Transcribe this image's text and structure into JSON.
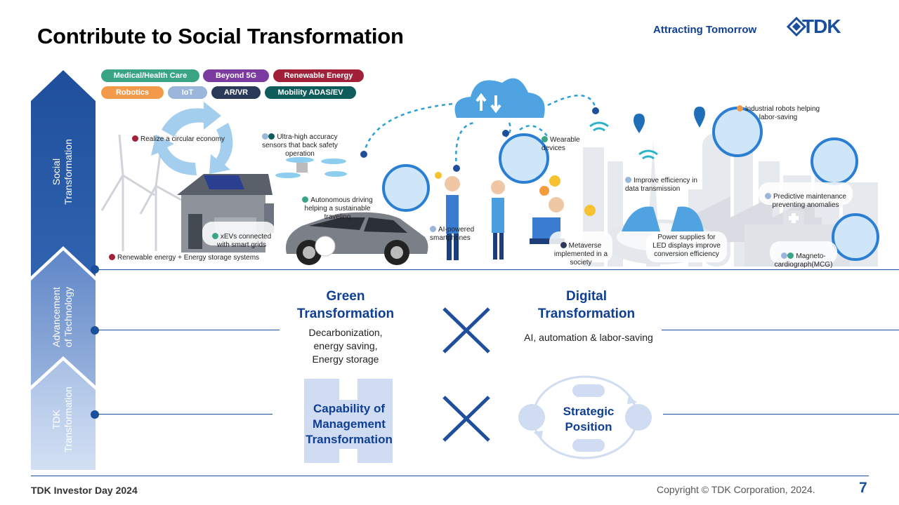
{
  "header": {
    "title": "Contribute to Social Transformation",
    "tagline": "Attracting Tomorrow",
    "logo_text": "TDK"
  },
  "side": {
    "social": "Social\nTransformation",
    "technology": "Advancement\nof Technology",
    "tdk": "TDK\nTransformation"
  },
  "tags": [
    {
      "label": "Medical/Health Care",
      "color": "#3aa584"
    },
    {
      "label": "Beyond 5G",
      "color": "#7a3aa0"
    },
    {
      "label": "Renewable Energy",
      "color": "#a0203a"
    },
    {
      "label": "Robotics",
      "color": "#f29a4a"
    },
    {
      "label": "IoT",
      "color": "#9bb6db"
    },
    {
      "label": "AR/VR",
      "color": "#2c3a5a"
    },
    {
      "label": "Mobility ADAS/EV",
      "color": "#0f5c5c"
    }
  ],
  "scene": {
    "circular": "Realize a circular economy",
    "renewable": "Renewable energy + Energy storage systems",
    "xev": "xEVs connected\nwith smart grids",
    "uav": "Ultra-high accuracy\nsensors that back safety\noperation",
    "autonomous": "Autonomous driving\nhelping a sustainable\ntraveling",
    "smartphones": "AI-powered\nsmartphones",
    "wearable": "Wearable\ndevices",
    "metaverse": "Metaverse\nimplemented in a\nsociety",
    "efficiency": "Improve efficiency in\ndata transmission",
    "power": "Power supplies for\nLED displays improve\nconversion efficiency",
    "robots": "Industrial robots helping\nlabor-saving",
    "predictive": "Predictive maintenance\npreventing anomalies",
    "mcg": "Magneto-\ncardiograph(MCG)"
  },
  "tech": {
    "green_title": "Green\nTransformation",
    "green_body": "Decarbonization,\nenergy saving,\nEnergy storage",
    "digital_title": "Digital\nTransformation",
    "digital_body": "AI, automation & labor-saving"
  },
  "tdk": {
    "capability": "Capability of\nManagement\nTransformation",
    "strategic": "Strategic\nPosition"
  },
  "footer": {
    "event": "TDK Investor Day 2024",
    "copyright": "Copyright  © TDK Corporation, 2024.",
    "page": "7"
  }
}
